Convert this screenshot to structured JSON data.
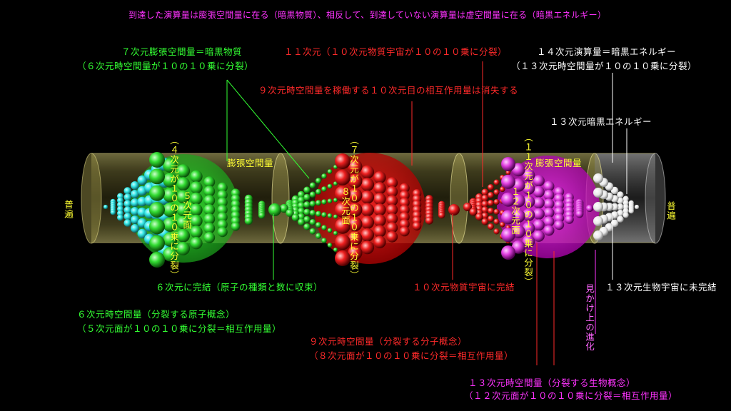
{
  "top_caption": "到達した演算量は膨張空間量に在る（暗黒物質）、相反して、到達していない演算量は虚空間量に在る（暗黒エネルギー）",
  "colors": {
    "cyan": "#33ffff",
    "green": "#33ff33",
    "red": "#ff2020",
    "magenta": "#ff33ff",
    "white": "#ffffff",
    "tube": "#b8b030",
    "label_yellow": "#ffff33"
  },
  "labels": {
    "left_end": "普遍",
    "right_end": "普遍",
    "green_top_1": "７次元膨張空間量＝暗黒物質",
    "green_top_2": "（６次元時空間量が１０の１０乗に分裂）",
    "red_top_1": "１１次元（１０次元物質宇宙が１０の１０乗に分裂）",
    "red_top_2": "９次元時空間量を稼働する１０次元目の相互作用量は消失する",
    "white_top_1": "１４次元演算量＝暗黒エネルギー",
    "white_top_2": "（１３次元時空間量が１０の１０乗に分裂）",
    "white_mid": "１３次元暗黒エネルギー",
    "expand_1": "膨張空間量",
    "expand_2": "膨張空間量",
    "v5_a": "５次元面",
    "v5_b": "（４次元が１０の１０乗に分裂）",
    "v8_a": "８次元面",
    "v8_b": "（７次元が１０の１０乗に分裂）",
    "v12_a": "１２次元面",
    "v12_b": "（１１次元が１０の１０乗に分裂）",
    "green_complete": "６次元に完結（原子の種類と数に収束）",
    "green_bottom_1": "６次元時空間量（分裂する原子概念）",
    "green_bottom_2": "（５次元面が１０の１０乗に分裂＝相互作用量）",
    "red_complete": "１０次元物質宇宙に完結",
    "red_bottom_1": "９次元時空間量（分裂する分子概念）",
    "red_bottom_2": "（８次元面が１０の１０乗に分裂＝相互作用量）",
    "magenta_bottom_1": "１３次元時空間量（分裂する生物概念）",
    "magenta_bottom_2": "（１２次元面が１０の１０乗に分裂＝相互作用量）",
    "apparent_evolution": "見かけ上の進化",
    "white_bottom": "１３次元生物宇宙に未完結"
  }
}
